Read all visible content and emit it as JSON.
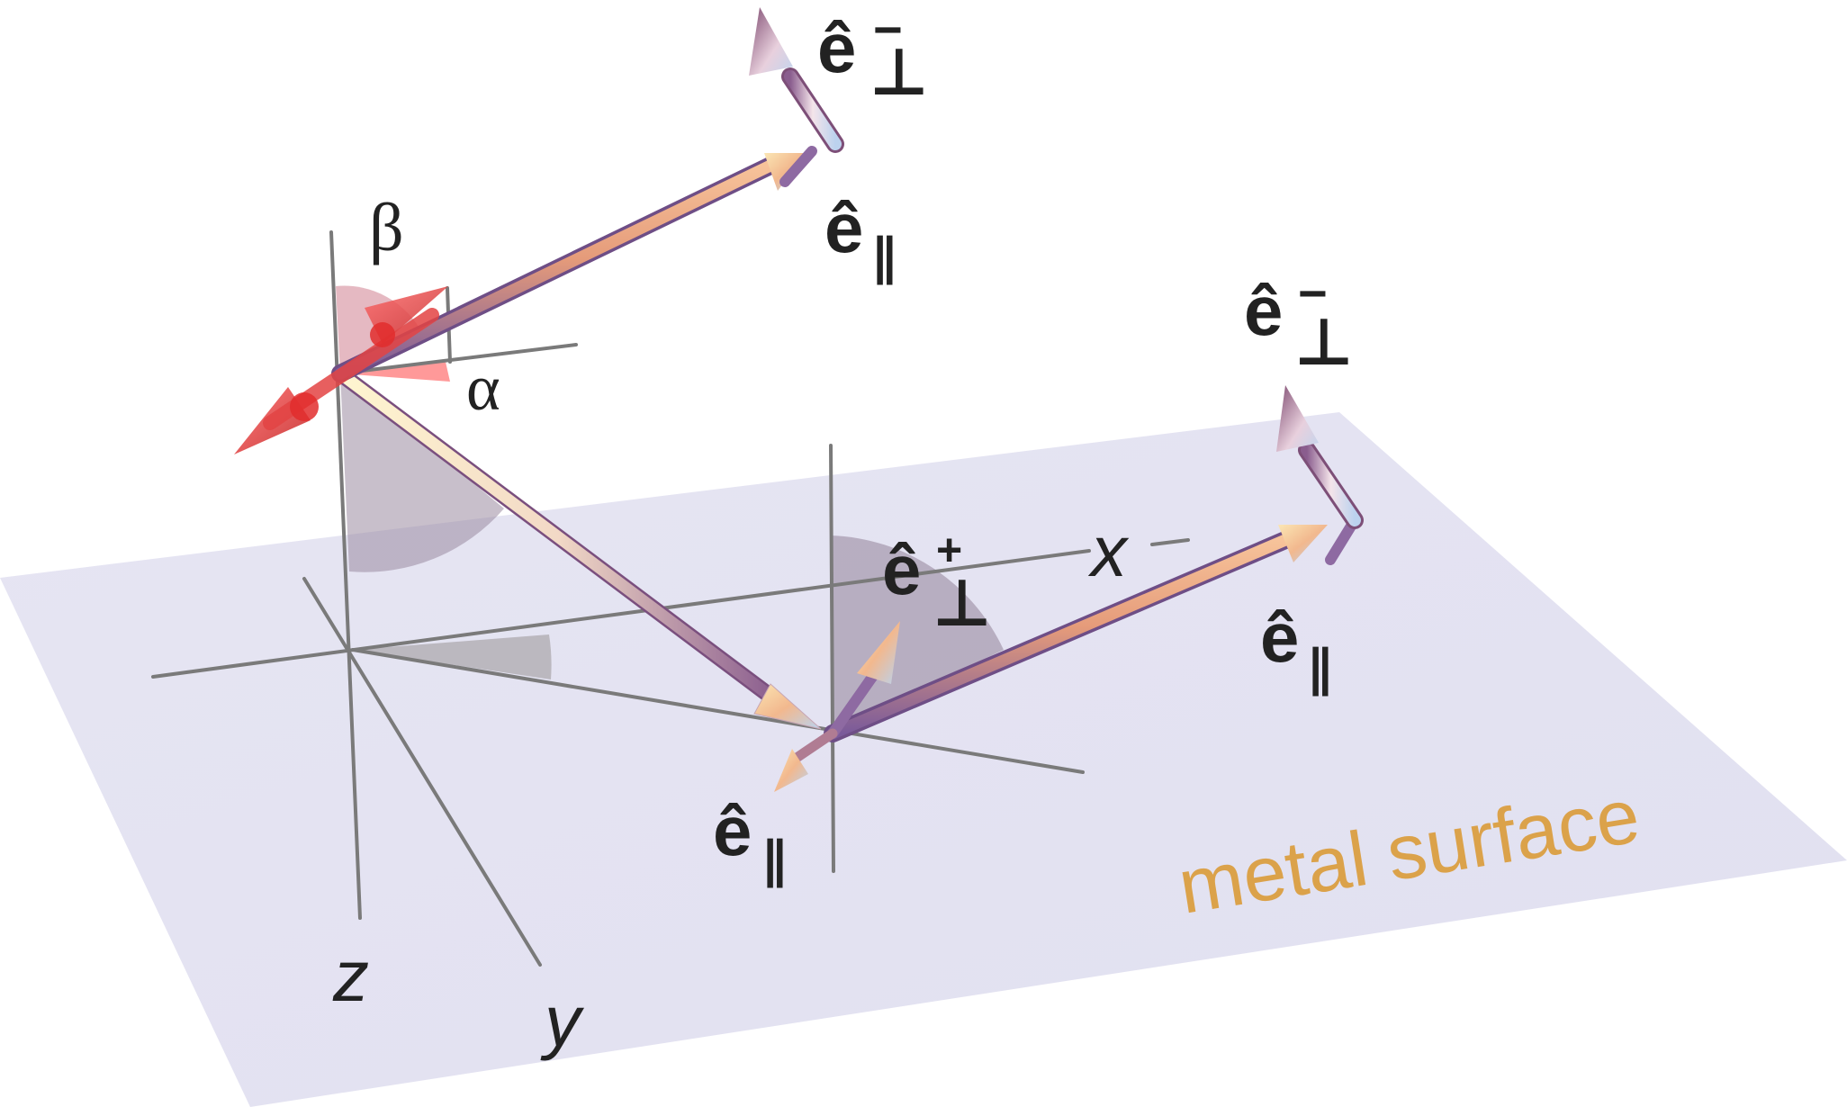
{
  "labels": {
    "beta": "β",
    "alpha": "α",
    "z": "z",
    "y": "y",
    "x": "x",
    "e_hat": "ê",
    "perp": "⊥",
    "par": "∥",
    "minus": "−",
    "plus": "+",
    "surface": "metal surface"
  },
  "colors": {
    "surface": "#e5e4f2",
    "axis": "#7a7a7a",
    "surface_label": "#dba24a",
    "arrow_red": "#e03a3a",
    "label": "#222222"
  }
}
